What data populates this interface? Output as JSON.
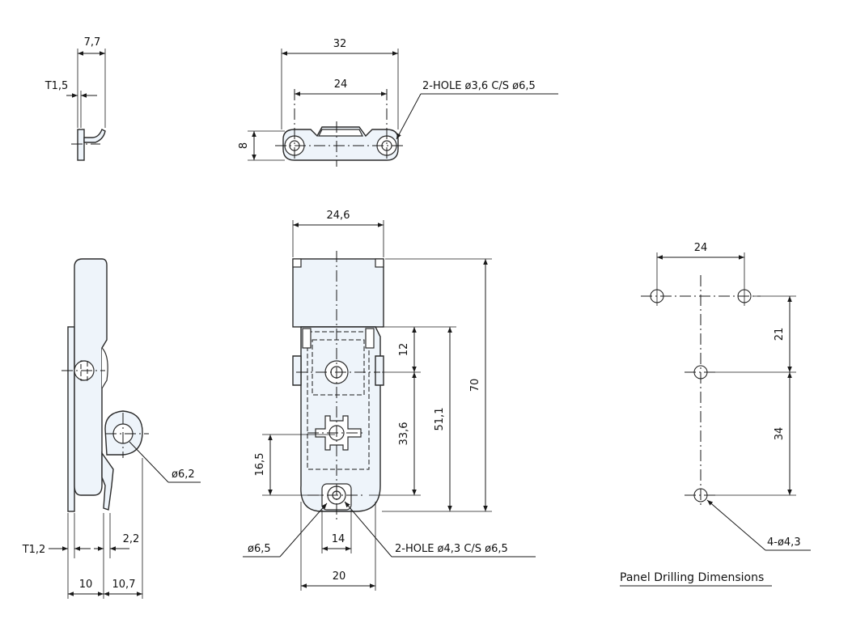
{
  "dims": {
    "d_7_7": "7,7",
    "d_t1_5": "T1,5",
    "d_32": "32",
    "d_24_top": "24",
    "d_8": "8",
    "d_2hole_36": "2-HOLE ø3,6 C/S ø6,5",
    "d_24_6": "24,6",
    "d_12": "12",
    "d_70": "70",
    "d_51_1": "51,1",
    "d_33_6": "33,6",
    "d_16_5": "16,5",
    "d_6_2": "ø6,2",
    "d_6_5": "ø6,5",
    "d_14": "14",
    "d_2hole_43": "2-HOLE ø4,3 C/S ø6,5",
    "d_20": "20",
    "d_t1_2": "T1,2",
    "d_2_2": "2,2",
    "d_10": "10",
    "d_10_7": "10,7",
    "d_24_panel": "24",
    "d_21": "21",
    "d_34": "34",
    "d_4_43": "4-ø4,3"
  },
  "caption": "Panel Drilling Dimensions",
  "colors": {
    "part_fill": "#eef4fa",
    "line": "#1a1a1a"
  }
}
